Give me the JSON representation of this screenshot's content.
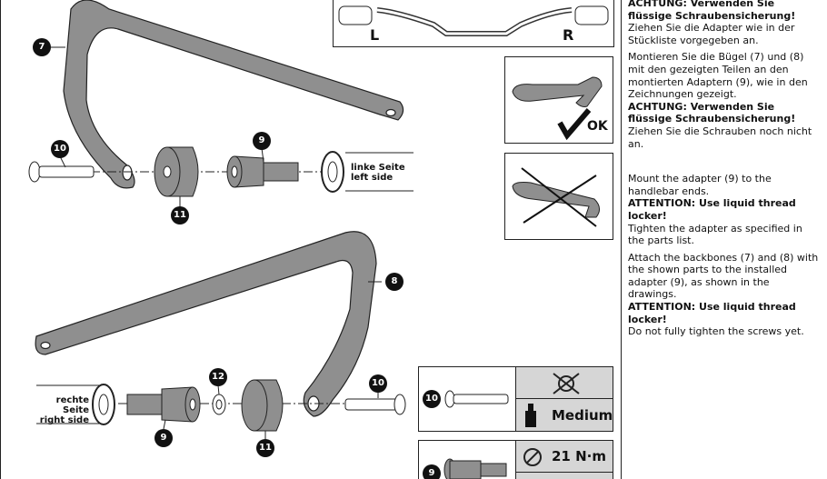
{
  "text_column": {
    "de_intro_bold": "ACHTUNG: Verwenden Sie flüssige Schraubensicherung!",
    "de_intro": "Ziehen Sie die Adapter wie in der Stückliste vorgegeben an.",
    "de_step2": "Montieren Sie die Bügel (7) und (8) mit den gezeigten Teilen an den montierten Adaptern (9), wie in den Zeichnungen gezeigt.",
    "de_step2_bold": "ACHTUNG: Verwenden Sie flüssige Schraubensicherung!",
    "de_step2_end": "Ziehen Sie die Schrauben noch nicht an.",
    "en_step1": "Mount the adapter (9) to the handlebar ends.",
    "en_step1_bold": "ATTENTION: Use liquid thread locker!",
    "en_step1_end": "Tighten the adapter as specified in the parts list.",
    "en_step2": "Attach the backbones (7) and (8) with the shown parts to the installed adapter (9), as shown in the drawings.",
    "en_step2_bold": "ATTENTION: Use liquid thread locker!",
    "en_step2_end": "Do not fully tighten the screws yet."
  },
  "handlebar_box": {
    "left_label": "L",
    "right_label": "R"
  },
  "check_box": {
    "ok_label": "OK"
  },
  "labels": {
    "left_side_de": "linke Seite",
    "left_side_en": "left side",
    "right_side_de": "rechte Seite",
    "right_side_en": "right side"
  },
  "part_numbers": {
    "p7": "7",
    "p8": "8",
    "p9_top": "9",
    "p9_bottom": "9",
    "p10_top": "10",
    "p10_bottom": "10",
    "p11_top": "11",
    "p11_bottom": "11",
    "p12": "12"
  },
  "parts_table": {
    "row1_part": "10",
    "row1_locker": "Medium",
    "row2_part": "9",
    "row2_torque": "21 N·m"
  },
  "colors": {
    "part_gray": "#8f8f8f",
    "cell_gray": "#d6d6d6"
  }
}
